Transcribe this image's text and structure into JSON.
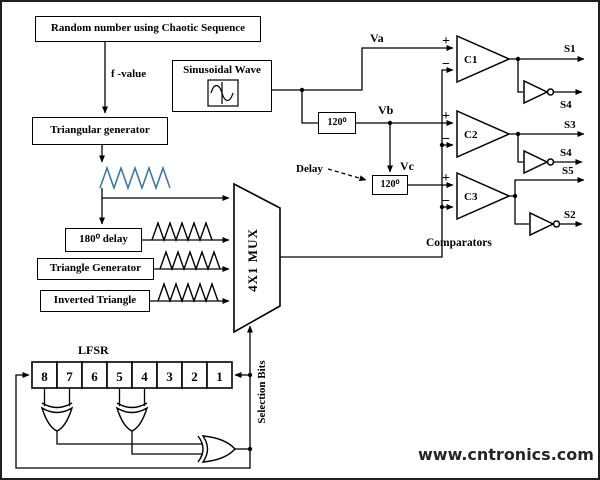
{
  "blocks": {
    "random_number": "Random number using Chaotic Sequence",
    "triangular_generator": "Triangular generator",
    "sinusoidal_wave": "Sinusoidal Wave",
    "delay_180": "180⁰ delay",
    "triangle_generator": "Triangle Generator",
    "inverted_triangle": "Inverted Triangle",
    "mux": "4X1 MUX",
    "delay_120_first": "120⁰",
    "delay_120_second": "120⁰"
  },
  "labels": {
    "f_value": "f -value",
    "delay": "Delay",
    "comparators": "Comparators",
    "selection_bits": "Selection Bits",
    "lfsr": "LFSR",
    "va": "Va",
    "vb": "Vb",
    "vc": "Vc",
    "plus": "+",
    "minus": "−"
  },
  "comparators": [
    "C1",
    "C2",
    "C3"
  ],
  "outputs": [
    "S1",
    "S4",
    "S3",
    "S4",
    "S5",
    "S2"
  ],
  "lfsr_cells": [
    "8",
    "7",
    "6",
    "5",
    "4",
    "3",
    "2",
    "1"
  ],
  "watermark": "www.cntronics.com",
  "colors": {
    "line": "#000000",
    "wave": "#3f76b0",
    "watermark": "#a6cf3f"
  }
}
